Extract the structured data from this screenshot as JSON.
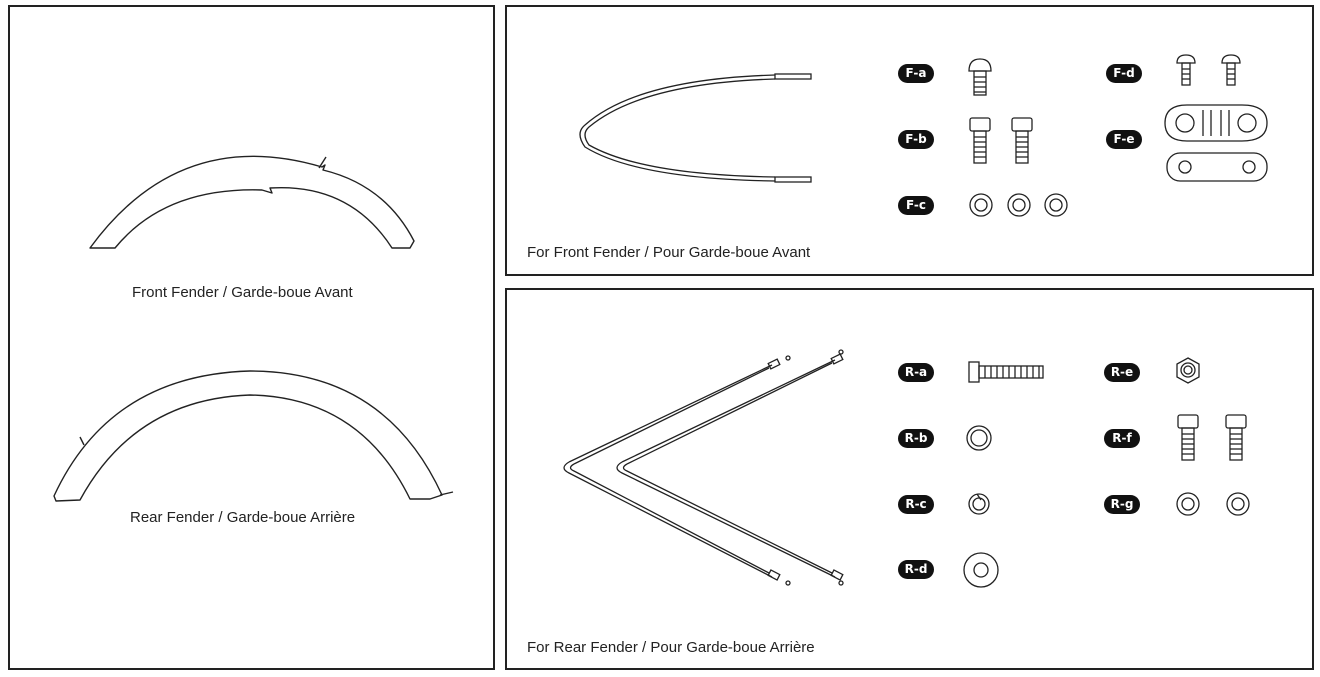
{
  "fenders": {
    "front_label": "Front Fender / Garde-boue Avant",
    "rear_label": "Rear Fender / Garde-boue Arrière"
  },
  "front_kit": {
    "caption": "For Front Fender /  Pour Garde-boue Avant",
    "badges": [
      "F-a",
      "F-b",
      "F-c",
      "F-d",
      "F-e"
    ]
  },
  "rear_kit": {
    "caption": "For Rear Fender / Pour Garde-boue Arrière",
    "badges": [
      "R-a",
      "R-b",
      "R-c",
      "R-d",
      "R-e",
      "R-f",
      "R-g"
    ]
  },
  "colors": {
    "line": "#222222",
    "badge_bg": "#111111",
    "badge_text": "#ffffff"
  }
}
